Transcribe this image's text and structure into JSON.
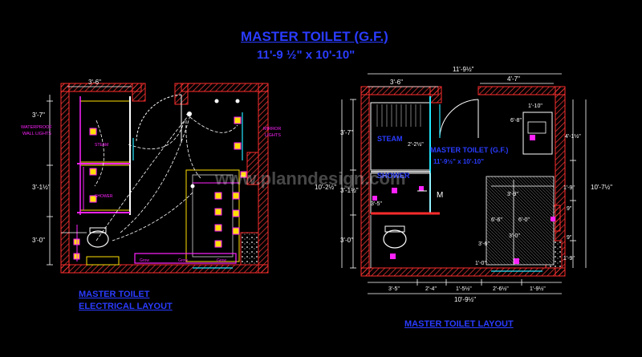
{
  "title": "MASTER TOILET (G.F.)",
  "subtitle": "11'-9 ½\" x 10'-10\"",
  "watermark": "www.planndesign.com",
  "colors": {
    "background": "#000000",
    "title": "#2a3cff",
    "wall": "#ff2b2b",
    "dim": "#ffffff",
    "cyan": "#22e6ff",
    "yellow": "#ffe000",
    "magenta": "#ff22ff"
  },
  "left": {
    "caption_line1": "MASTER TOILET",
    "caption_line2": "ELECTRICAL LAYOUT",
    "dim_top": "3'-6\"",
    "dims_left": [
      "3'-7\"",
      "3'-1½\"",
      "3'-0\""
    ],
    "label_waterproof": "WATERPROOF",
    "label_wall_lights": "WALL LIGHTS",
    "label_mirror_lights": "MIRROR",
    "label_lights": "LIGHTS",
    "room_labels": [
      "STEAM",
      "SHOWER"
    ],
    "bottom_tags": [
      "Grow",
      "Grow",
      "Grow"
    ]
  },
  "right": {
    "caption": "MASTER TOILET LAYOUT",
    "dims_top": [
      "11'-9½\"",
      "3'-6\"",
      "4'-7\""
    ],
    "dim_right_top": "1'-10\"",
    "dims_left": [
      "3'-7\"",
      "10'-2½\"",
      "3'-1½\"",
      "3'-0\""
    ],
    "dims_right": [
      "4'-1½\"",
      "10'-7½\"",
      "1'-9\"",
      "9\"",
      "9\"",
      "1'-9\""
    ],
    "dims_bottom": [
      "3'-5\"",
      "2'-4\"",
      "1'-5½\"",
      "2'-6½\"",
      "1'-9½\""
    ],
    "dim_overall_bottom": "10'-9½\"",
    "room_labels": [
      "STEAM",
      "SHOWER"
    ],
    "inner_title": "MASTER TOILET (G.F.)",
    "inner_subtitle": "11'-9½\" x 10'-10\"",
    "inner_dims": [
      "2'-2½\"",
      "6'-8\"",
      "3'-9\"",
      "6'-6\"",
      "6'-0\"",
      "3'-6\"",
      "3'-0\"",
      "3'-5\"",
      "1'-0\"",
      "M"
    ]
  }
}
